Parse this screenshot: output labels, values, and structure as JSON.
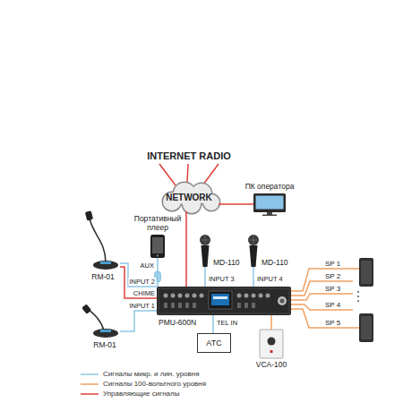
{
  "diagram": {
    "nodes": [
      {
        "text": [
          "NETWORK"
        ]
      },
      {
        "text": [
          "ПК оператора"
        ]
      },
      {
        "text": [
          "Портативный плеер"
        ]
      },
      {
        "text": [
          "MD-110"
        ]
      },
      {
        "text": [
          "MD-110"
        ]
      },
      {
        "text": [
          "RM-01"
        ]
      },
      {
        "text": [
          "PMU-600N"
        ]
      },
      {
        "text": [
          "RM-01"
        ]
      },
      {
        "text": [
          "АТС"
        ]
      },
      {
        "text": [
          "VCA-100"
        ]
      }
    ],
    "edges": [
      {
        "from": 0,
        "to": 1,
        "arrow": "none"
      },
      {
        "from": 0,
        "to": 6,
        "arrow": "none"
      },
      {
        "from": 2,
        "to": 6,
        "label": "AUX",
        "arrow": "none"
      },
      {
        "from": 3,
        "to": 6,
        "label": "INPUT 3",
        "arrow": "none"
      },
      {
        "from": 4,
        "to": 6,
        "label": "INPUT 4",
        "arrow": "none"
      },
      {
        "from": 5,
        "to": 6,
        "label": "INPUT 2",
        "arrow": "none"
      },
      {
        "from": 5,
        "to": 6,
        "label": "CHIME",
        "arrow": "none"
      },
      {
        "from": 7,
        "to": 6,
        "label": "INPUT 1",
        "arrow": "none"
      },
      {
        "from": 8,
        "to": 6,
        "label": "TEL IN",
        "arrow": "none"
      },
      {
        "from": 6,
        "to": 9,
        "arrow": "none"
      }
    ],
    "labels": [
      "INTERNET RADIO",
      "SP 1",
      "SP 2",
      "SP 3",
      "SP 4",
      "SP 5"
    ],
    "legend": [
      {
        "text": "Сигналы микр. и лин. уровня"
      },
      {
        "text": "Сигналы 100-вольтного уровня"
      },
      {
        "text": "Управляющие сигналы"
      }
    ]
  }
}
